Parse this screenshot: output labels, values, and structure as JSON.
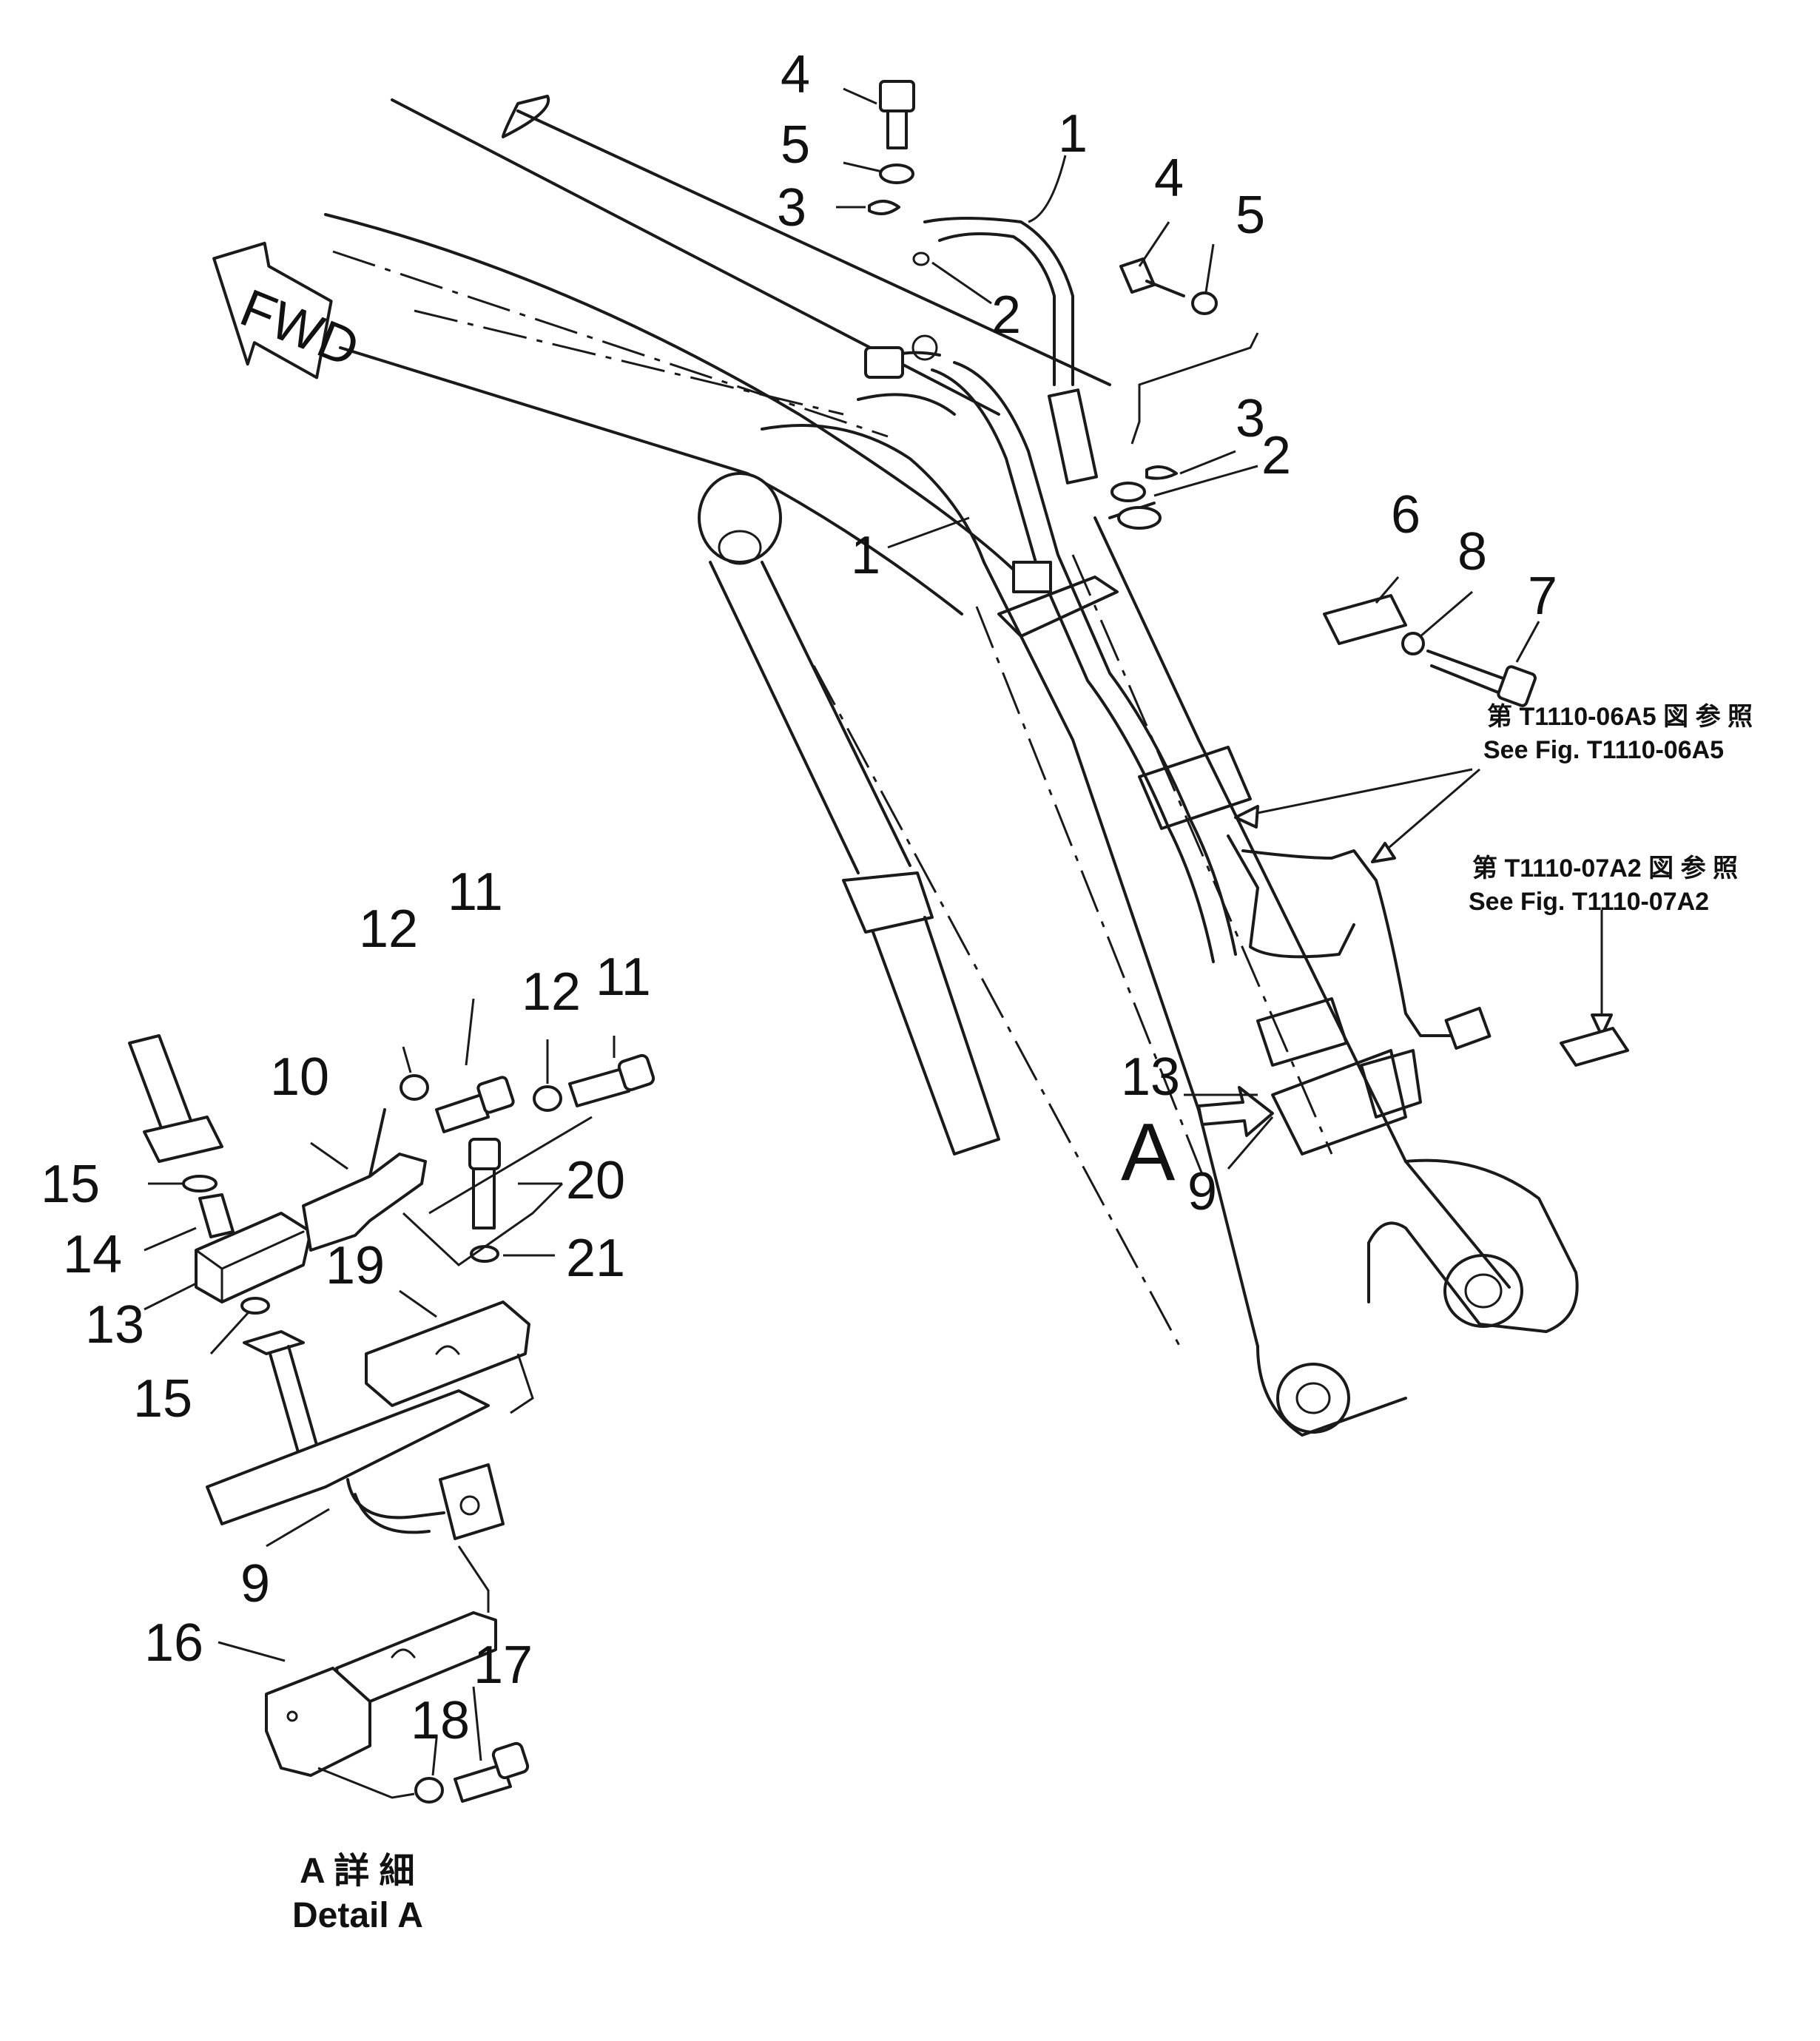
{
  "direction_arrow": {
    "label": "FWD"
  },
  "callouts_main": {
    "c4a": "4",
    "c5a": "5",
    "c3a": "3",
    "c1a": "1",
    "c2a": "2",
    "c4b": "4",
    "c5b": "5",
    "c3b": "3",
    "c2b": "2",
    "c1b": "1",
    "c6": "6",
    "c8": "8",
    "c7": "7",
    "c13": "13",
    "c9": "9"
  },
  "callouts_detail": {
    "c11a": "11",
    "c12a": "12",
    "c12b": "12",
    "c11b": "11",
    "c10": "10",
    "c15a": "15",
    "c14": "14",
    "c13": "13",
    "c15b": "15",
    "c19": "19",
    "c20": "20",
    "c21": "21",
    "c9": "9",
    "c16": "16",
    "c17": "17",
    "c18": "18"
  },
  "references": [
    {
      "jp": "第 T1110-06A5 図 参 照",
      "en": "See Fig. T1110-06A5"
    },
    {
      "jp": "第 T1110-07A2 図 参 照",
      "en": "See Fig. T1110-07A2"
    }
  ],
  "view_marker": {
    "letter": "A"
  },
  "detail_caption": {
    "jp": "A  詳  細",
    "en": "Detail  A"
  }
}
